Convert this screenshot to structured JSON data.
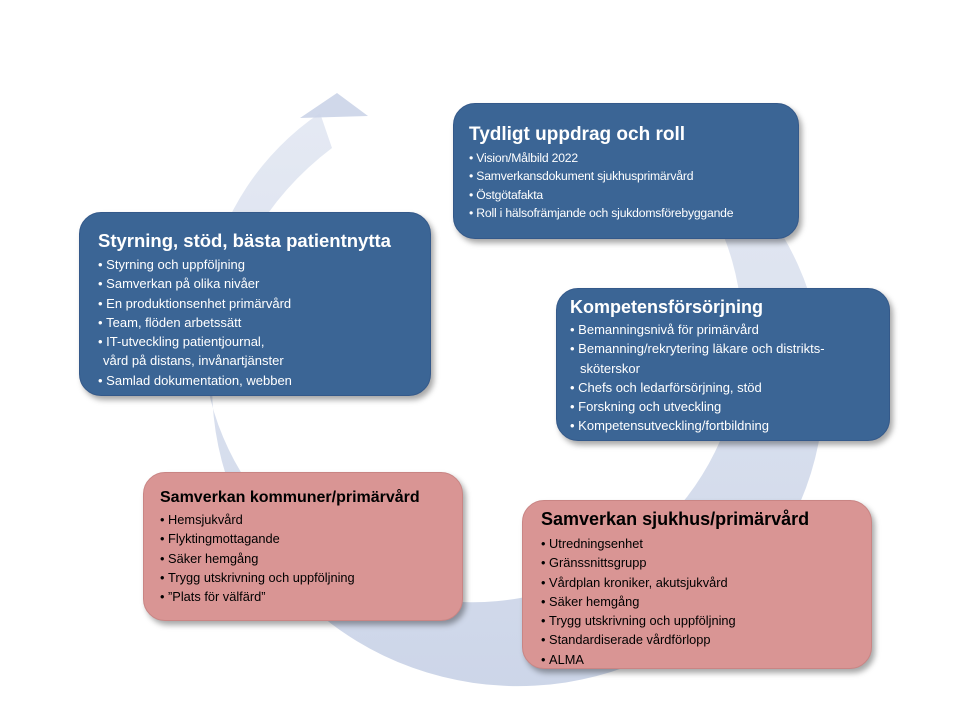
{
  "colors": {
    "arrow": "#d2daea",
    "blue_box": "#3b6595",
    "pink_box": "#d99594"
  },
  "boxes": {
    "uppdrag": {
      "title": "Tydligt uppdrag och roll",
      "items": [
        "Vision/Målbild 2022",
        "Samverkansdokument sjukhusprimärvård",
        "Östgötafakta",
        "Roll i hälsofrämjande och sjukdomsförebyggande"
      ]
    },
    "styrning": {
      "title": "Styrning, stöd, bästa patientnytta",
      "items": [
        "Styrning och uppföljning",
        "Samverkan på olika nivåer",
        "En produktionsenhet primärvård",
        "Team, flöden arbetssätt",
        "IT-utveckling patientjournal,",
        "vård på distans, invånartjänster",
        "Samlad dokumentation, webben"
      ]
    },
    "kompetens": {
      "title": "Kompetensförsörjning",
      "items": [
        "Bemanningsnivå för primärvård",
        "Bemanning/rekrytering läkare och distrikts-",
        "sköterskor",
        "Chefs och ledarförsörjning, stöd",
        "Forskning och utveckling",
        "Kompetensutveckling/fortbildning"
      ]
    },
    "kommuner": {
      "title": "Samverkan kommuner/primärvård",
      "items": [
        "Hemsjukvård",
        "Flyktingmottagande",
        "Säker hemgång",
        "Trygg utskrivning och uppföljning",
        "”Plats för välfärd”"
      ]
    },
    "sjukhus": {
      "title": "Samverkan sjukhus/primärvård",
      "items": [
        "Utredningsenhet",
        "Gränssnittsgrupp",
        "Vårdplan kroniker, akutsjukvård",
        "Säker hemgång",
        "Trygg utskrivning och uppföljning",
        "Standardiserade vårdförlopp",
        "ALMA"
      ]
    }
  }
}
